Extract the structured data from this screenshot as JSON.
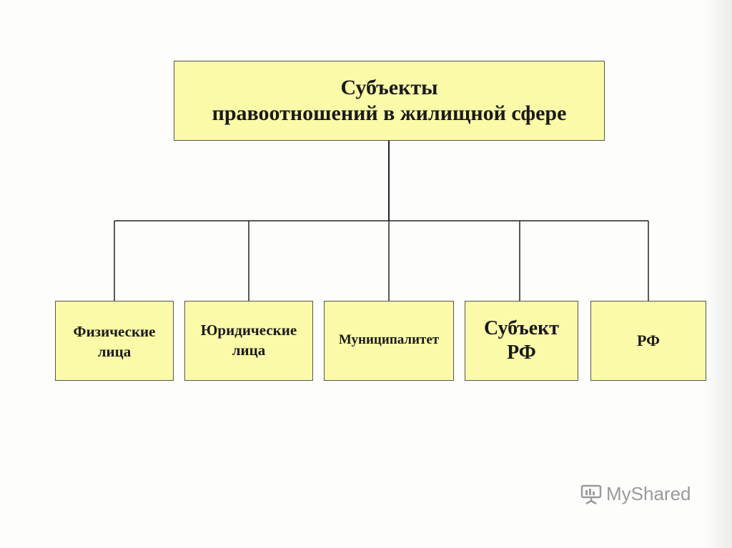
{
  "diagram": {
    "root": {
      "line1": "Субъекты",
      "line2": "правоотношений в жилищной сфере"
    },
    "children": [
      {
        "line1": "Физические",
        "line2": "лица"
      },
      {
        "line1": "Юридические",
        "line2": "лица"
      },
      {
        "line1": "Муниципалитет"
      },
      {
        "line1": "Субъект",
        "line2": "РФ"
      },
      {
        "line1": "РФ"
      }
    ]
  },
  "watermark": {
    "text": "MyShared",
    "icon": "presentation-board-icon"
  },
  "colors": {
    "box_fill": "#fbfaa8",
    "box_border": "#555555",
    "connector": "#222222",
    "watermark": "#9a9a9a"
  }
}
